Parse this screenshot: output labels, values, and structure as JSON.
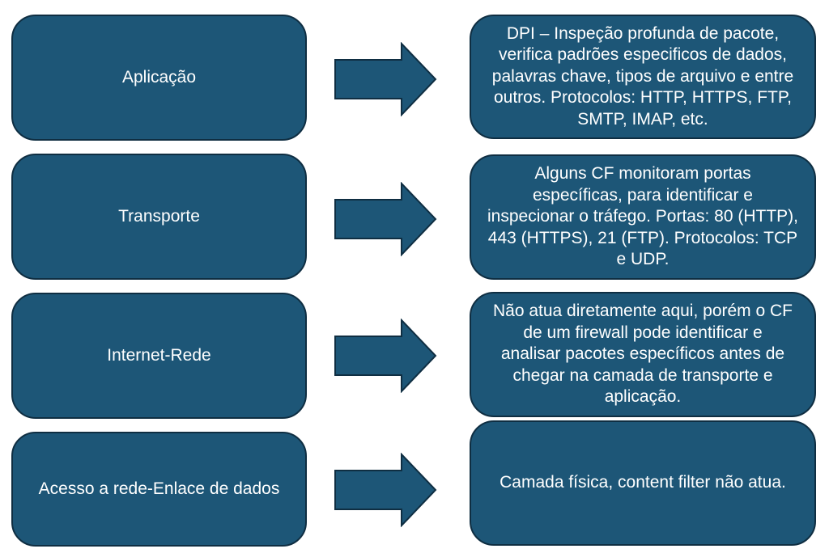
{
  "colors": {
    "box_fill": "#1d5677",
    "box_border": "#0f2e42",
    "text": "#ffffff"
  },
  "rows": [
    {
      "layer": "Aplicação",
      "description": "DPI – Inspeção profunda de pacote,\nverifica padrões especificos de dados,\npalavras chave, tipos de arquivo e entre\noutros. Protocolos: HTTP, HTTPS, FTP,\nSMTP, IMAP, etc."
    },
    {
      "layer": "Transporte",
      "description": "Alguns CF monitoram portas\nespecíficas, para identificar e\ninspecionar o tráfego. Portas: 80 (HTTP),\n443 (HTTPS), 21 (FTP). Protocolos: TCP\ne UDP."
    },
    {
      "layer": "Internet-Rede",
      "description": "Não atua diretamente aqui, porém o CF\nde um firewall pode identificar e\nanalisar pacotes específicos antes de\nchegar na camada de transporte e\naplicação."
    },
    {
      "layer": "Acesso a rede-Enlace de dados",
      "description": "Camada física, content filter não atua."
    }
  ]
}
